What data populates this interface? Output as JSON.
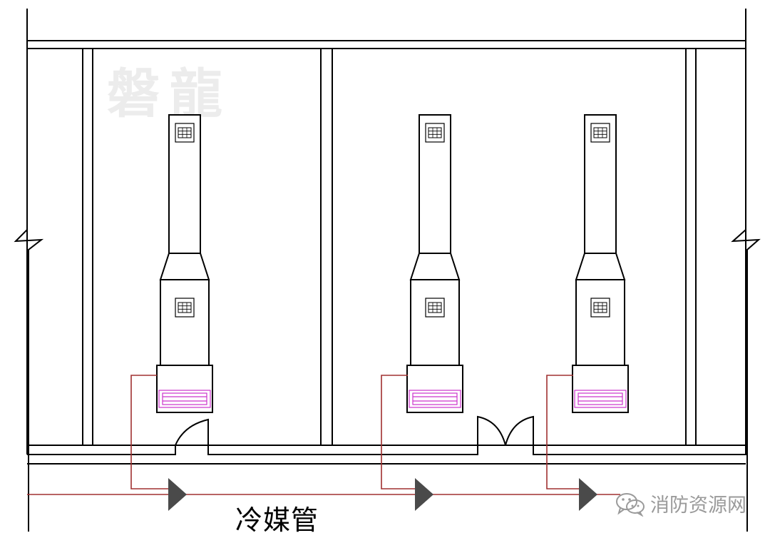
{
  "labels": {
    "refrigerant_pipe": "冷媒管",
    "watermark": "磐龍",
    "source": "消防资源网"
  },
  "icons": {
    "source_icon": "wechat-icon"
  },
  "colors": {
    "line": "#000000",
    "refrigerant_pipe": "#a03030",
    "filter_grille": "#cc33cc",
    "watermark": "#ececec",
    "source": "#9a9a9a"
  },
  "indoor_units": [
    {
      "id": "unit-1"
    },
    {
      "id": "unit-2"
    },
    {
      "id": "unit-3"
    }
  ]
}
